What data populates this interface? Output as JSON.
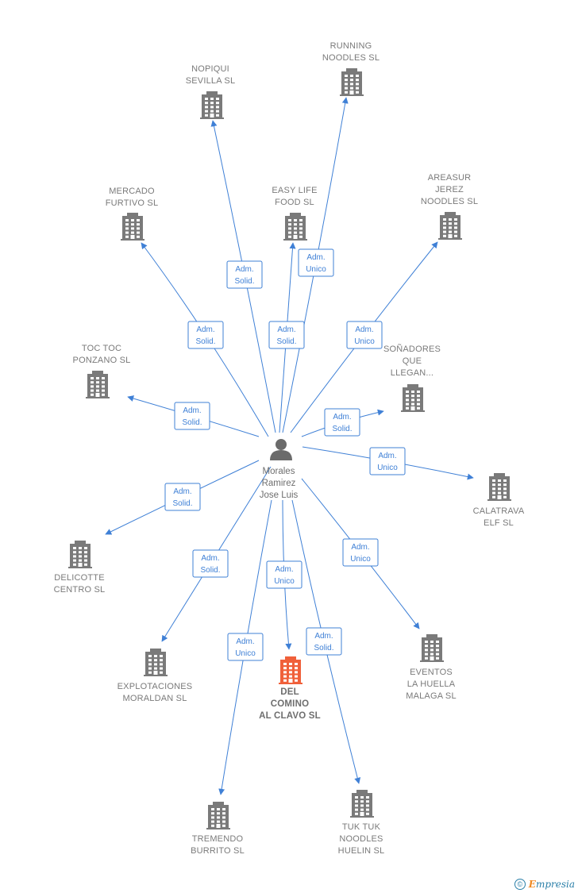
{
  "center": {
    "lines": [
      "Morales",
      "Ramirez",
      "Jose Luis"
    ]
  },
  "colors": {
    "edge": "#3f80d6",
    "building": "#7a7a7a",
    "highlight": "#f0603a"
  },
  "nodes": [
    {
      "id": "nopiqui",
      "lines": [
        "NOPIQUI",
        "SEVILLA  SL"
      ],
      "highlight": false,
      "edge_label": [
        "Adm.",
        "Solid."
      ]
    },
    {
      "id": "running",
      "lines": [
        "RUNNING",
        "NOODLES  SL"
      ],
      "highlight": false,
      "edge_label": [
        "Adm.",
        "Unico"
      ]
    },
    {
      "id": "mercado",
      "lines": [
        "MERCADO",
        "FURTIVO  SL"
      ],
      "highlight": false,
      "edge_label": [
        "Adm.",
        "Solid."
      ]
    },
    {
      "id": "easylife",
      "lines": [
        "EASY LIFE",
        "FOOD  SL"
      ],
      "highlight": false,
      "edge_label": [
        "Adm.",
        "Solid."
      ]
    },
    {
      "id": "areasur",
      "lines": [
        "AREASUR",
        "JEREZ",
        "NOODLES  SL"
      ],
      "highlight": false,
      "edge_label": [
        "Adm.",
        "Unico"
      ]
    },
    {
      "id": "toctoc",
      "lines": [
        "TOC TOC",
        "PONZANO  SL"
      ],
      "highlight": false,
      "edge_label": [
        "Adm.",
        "Solid."
      ]
    },
    {
      "id": "sonadores",
      "lines": [
        "SOÑADORES",
        "QUE",
        "LLEGAN..."
      ],
      "highlight": false,
      "edge_label": [
        "Adm.",
        "Solid."
      ]
    },
    {
      "id": "calatrava",
      "lines": [
        "CALATRAVA",
        "ELF  SL"
      ],
      "highlight": false,
      "edge_label": [
        "Adm.",
        "Unico"
      ]
    },
    {
      "id": "delicotte",
      "lines": [
        "DELICOTTE",
        "CENTRO  SL"
      ],
      "highlight": false,
      "edge_label": [
        "Adm.",
        "Solid."
      ]
    },
    {
      "id": "explotaciones",
      "lines": [
        "EXPLOTACIONES",
        "MORALDAN  SL"
      ],
      "highlight": false,
      "edge_label": [
        "Adm.",
        "Solid."
      ]
    },
    {
      "id": "delcomino",
      "lines": [
        "DEL",
        "COMINO",
        "AL CLAVO  SL"
      ],
      "highlight": true,
      "edge_label": [
        "Adm.",
        "Unico"
      ]
    },
    {
      "id": "eventos",
      "lines": [
        "EVENTOS",
        "LA HUELLA",
        "MALAGA  SL"
      ],
      "highlight": false,
      "edge_label": [
        "Adm.",
        "Unico"
      ]
    },
    {
      "id": "tremendo",
      "lines": [
        "TREMENDO",
        "BURRITO  SL"
      ],
      "highlight": false,
      "edge_label": [
        "Adm.",
        "Unico"
      ]
    },
    {
      "id": "tuktuk",
      "lines": [
        "TUK TUK",
        "NOODLES",
        "HUELIN  SL"
      ],
      "highlight": false,
      "edge_label": [
        "Adm.",
        "Solid."
      ]
    }
  ],
  "watermark": {
    "symbol": "©",
    "brand_initial": "E",
    "brand_rest": "mpresia"
  }
}
